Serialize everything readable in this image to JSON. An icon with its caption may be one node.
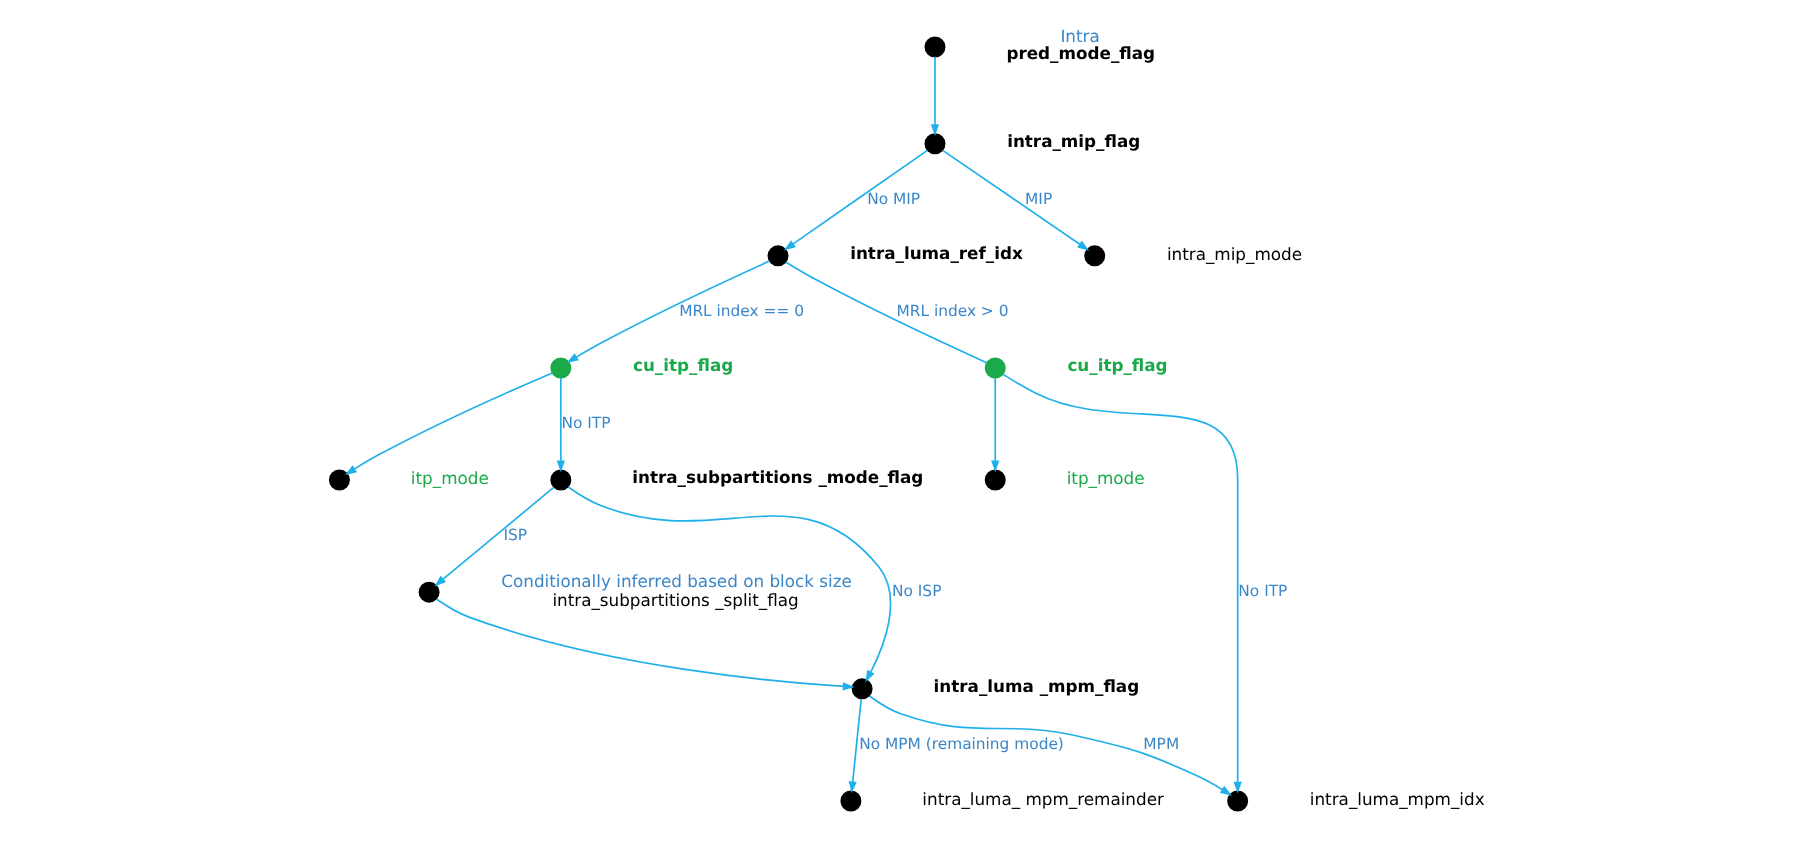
{
  "diagram": {
    "nodes": [
      {
        "text": [],
        "shape": "circle",
        "beside": [
          "Intra",
          "pred_mode_flag"
        ]
      },
      {
        "text": [],
        "shape": "circle",
        "beside": [
          "intra_mip_flag"
        ]
      },
      {
        "text": [],
        "shape": "circle",
        "beside": [
          "intra_luma_ref_idx"
        ]
      },
      {
        "text": [],
        "shape": "circle",
        "beside": [
          "cu_itp_flag"
        ]
      },
      {
        "text": [],
        "shape": "circle",
        "beside": [
          "itp_mode"
        ]
      },
      {
        "text": [],
        "shape": "circle",
        "beside": [
          "intra_mip_mode"
        ]
      },
      {
        "text": [],
        "shape": "circle",
        "beside": [
          "intra_subpartitions _mode_flag"
        ]
      },
      {
        "text": [],
        "shape": "circle",
        "beside": [
          "cu_itp_flag"
        ]
      },
      {
        "text": [],
        "shape": "circle",
        "beside": [
          "Conditionally inferred based on block size",
          "intra_subpartitions _split_flag"
        ]
      },
      {
        "text": [],
        "shape": "circle",
        "beside": [
          "itp_mode"
        ]
      },
      {
        "text": [],
        "shape": "circle",
        "beside": [
          "intra_luma _mpm_flag"
        ]
      },
      {
        "text": [],
        "shape": "circle",
        "beside": [
          "intra_luma_ mpm_remainder"
        ]
      },
      {
        "text": [],
        "shape": "circle",
        "beside": [
          "intra_luma_mpm_idx"
        ]
      }
    ],
    "edges": [
      {
        "from": 0,
        "to": 1,
        "arrow": "to"
      },
      {
        "from": 1,
        "to": 2,
        "arrow": "to",
        "label": "No MIP"
      },
      {
        "from": 1,
        "to": 5,
        "arrow": "to",
        "label": "MIP"
      },
      {
        "from": 2,
        "to": 3,
        "arrow": "to",
        "label": "MRL index == 0"
      },
      {
        "from": 3,
        "to": 4,
        "arrow": "to"
      },
      {
        "from": 3,
        "to": 6,
        "arrow": "to",
        "label": "No ITP"
      },
      {
        "from": 2,
        "to": 7,
        "arrow": "none",
        "label": "MRL index > 0"
      },
      {
        "from": 7,
        "to": 9,
        "arrow": "to"
      },
      {
        "from": 7,
        "to": 12,
        "arrow": "to",
        "label": "No ITP"
      },
      {
        "from": 6,
        "to": 8,
        "arrow": "to",
        "label": "ISP"
      },
      {
        "from": 6,
        "to": 10,
        "arrow": "to",
        "label": "No ISP"
      },
      {
        "from": 8,
        "to": 10,
        "arrow": "to"
      },
      {
        "from": 10,
        "to": 11,
        "arrow": "to",
        "label": "No MPM (remaining mode)"
      },
      {
        "from": 10,
        "to": 12,
        "arrow": "to",
        "label": "MPM"
      }
    ]
  }
}
